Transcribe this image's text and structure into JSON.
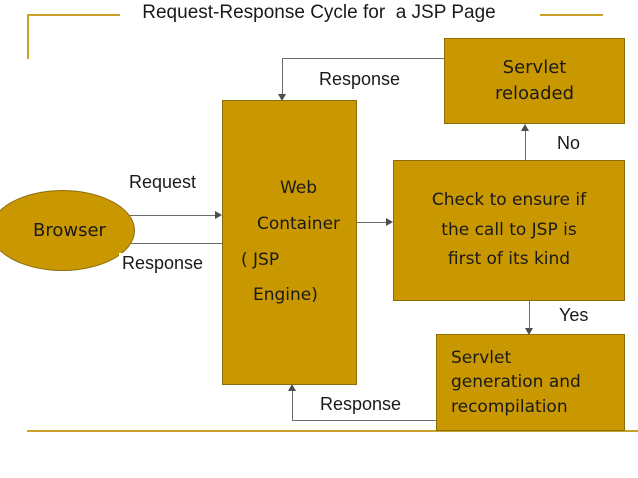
{
  "title": "Request-Response Cycle for  a JSP Page",
  "colors": {
    "node_fill": "#C99700",
    "node_stroke": "#8a6d0b",
    "frame_line": "#C9A227",
    "connector": "#6b6b6b",
    "text": "#1a1a1a",
    "background": "#ffffff"
  },
  "nodes": {
    "browser": {
      "label": "Browser",
      "shape": "ellipse"
    },
    "web_container": {
      "shape": "rectangle",
      "lines": [
        "Web",
        "Container",
        "( JSP",
        "Engine)"
      ]
    },
    "servlet_reloaded": {
      "shape": "rectangle",
      "lines": [
        "Servlet",
        "reloaded"
      ]
    },
    "check_first_call": {
      "shape": "rectangle",
      "lines": [
        "Check to ensure if",
        "the call to JSP is",
        "first of its kind"
      ]
    },
    "servlet_generation": {
      "shape": "rectangle",
      "lines": [
        "Servlet",
        "generation and",
        "recompilation"
      ]
    }
  },
  "edges": {
    "browser_to_container": {
      "label": "Request"
    },
    "container_to_browser": {
      "label": "Response"
    },
    "servlet_reloaded_to_container": {
      "label": "Response"
    },
    "servlet_generation_to_container": {
      "label": "Response"
    },
    "check_to_servlet_reloaded": {
      "label": "No"
    },
    "check_to_servlet_generation": {
      "label": "Yes"
    },
    "container_to_check": {
      "label": ""
    }
  }
}
